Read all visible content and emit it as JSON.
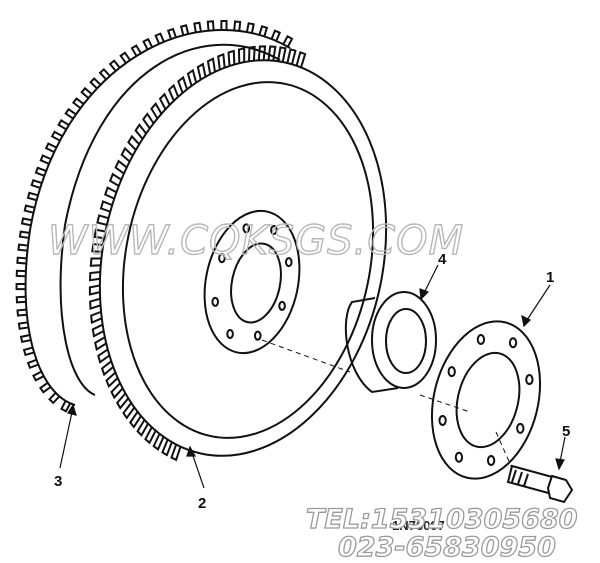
{
  "watermark": {
    "text": "WWW.CQKSGS.COM",
    "color": "#b8b8b8"
  },
  "contact": {
    "tel_line": "TEL:15310305680",
    "phone_line": "023-65830950"
  },
  "part_number": "1N76007",
  "callouts": [
    {
      "id": "1",
      "label": "1"
    },
    {
      "id": "2",
      "label": "2"
    },
    {
      "id": "3",
      "label": "3"
    },
    {
      "id": "4",
      "label": "4"
    },
    {
      "id": "5",
      "label": "5"
    }
  ],
  "colors": {
    "line": "#111111",
    "background": "#ffffff"
  }
}
